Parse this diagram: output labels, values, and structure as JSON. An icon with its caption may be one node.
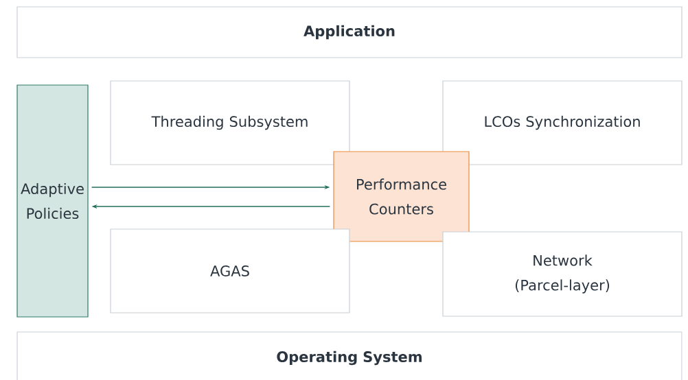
{
  "diagram": {
    "nodes": [
      {
        "text": [
          "Application"
        ]
      },
      {
        "text": [
          "Adaptive Policies"
        ]
      },
      {
        "text": [
          "Threading Subsystem"
        ]
      },
      {
        "text": [
          "LCOs Synchronization"
        ]
      },
      {
        "text": [
          "Performance Counters"
        ]
      },
      {
        "text": [
          "AGAS"
        ]
      },
      {
        "text": [
          "Network (Parcel-layer)"
        ]
      },
      {
        "text": [
          "Operating System"
        ]
      }
    ],
    "edges": [
      {
        "from": 1,
        "to": 4,
        "arrow": "to"
      },
      {
        "from": 4,
        "to": 1,
        "arrow": "to"
      }
    ]
  }
}
